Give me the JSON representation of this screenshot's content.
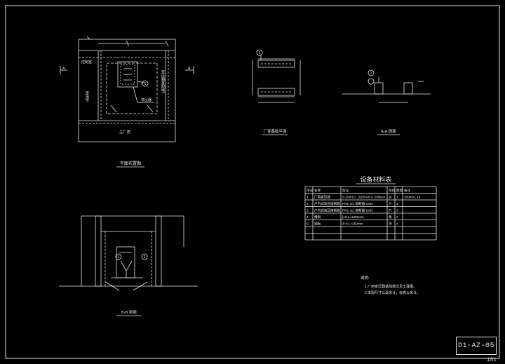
{
  "colors": {
    "background": "#000000",
    "line": "#e6e6e6",
    "dim": "#7fb3ff",
    "accent": "#ff5c5c"
  },
  "plan": {
    "title": "平面布置图",
    "section_mark": "A",
    "labels": {
      "left_top": "控制室",
      "left_mid": "变电所",
      "right_vertical": "变压器室(配电)",
      "bottom": "主厂房",
      "leader": "变压器"
    },
    "callout": "1"
  },
  "beam": {
    "title": "厂变基础平面",
    "callout": "1"
  },
  "section_aa": {
    "title": "A-A 剖面",
    "callout": "1"
  },
  "section_bb": {
    "title": "B-B 剖面",
    "callouts": [
      "1",
      "2"
    ]
  },
  "equipment": {
    "title": "设备材料表",
    "headers": [
      "序号",
      "名称",
      "型号",
      "单位",
      "数量",
      "备注"
    ],
    "rows": [
      [
        "1",
        "厂用变压器",
        "S-250/10, 10±5%/0.4, 250kVA",
        "台",
        "1",
        "250kVA, 1#"
      ],
      [
        "2",
        "户内式高压熔断器",
        "RN1-10, 熔断器 100A",
        "只",
        "3",
        ""
      ],
      [
        "3",
        "户内式高压熔断器",
        "RN1-10, 熔断器 100A",
        "只",
        "3",
        ""
      ],
      [
        "4",
        "槽钢",
        "[10 L=1000mm",
        "根",
        "2",
        ""
      ],
      [
        "5",
        "钢板",
        "δ=8 L=250mm",
        "块",
        "4",
        ""
      ],
      [
        "",
        "",
        "",
        "",
        "",
        ""
      ],
      [
        "",
        "",
        "",
        "",
        "",
        ""
      ]
    ]
  },
  "notes": {
    "heading": "说明:",
    "items": [
      "1.厂用变压器基础做法见土建图。",
      "2.本图尺寸以毫米计，标高以米计。"
    ]
  },
  "title_block": {
    "drawing_no": "D1-AZ-05"
  },
  "page_number": "181"
}
